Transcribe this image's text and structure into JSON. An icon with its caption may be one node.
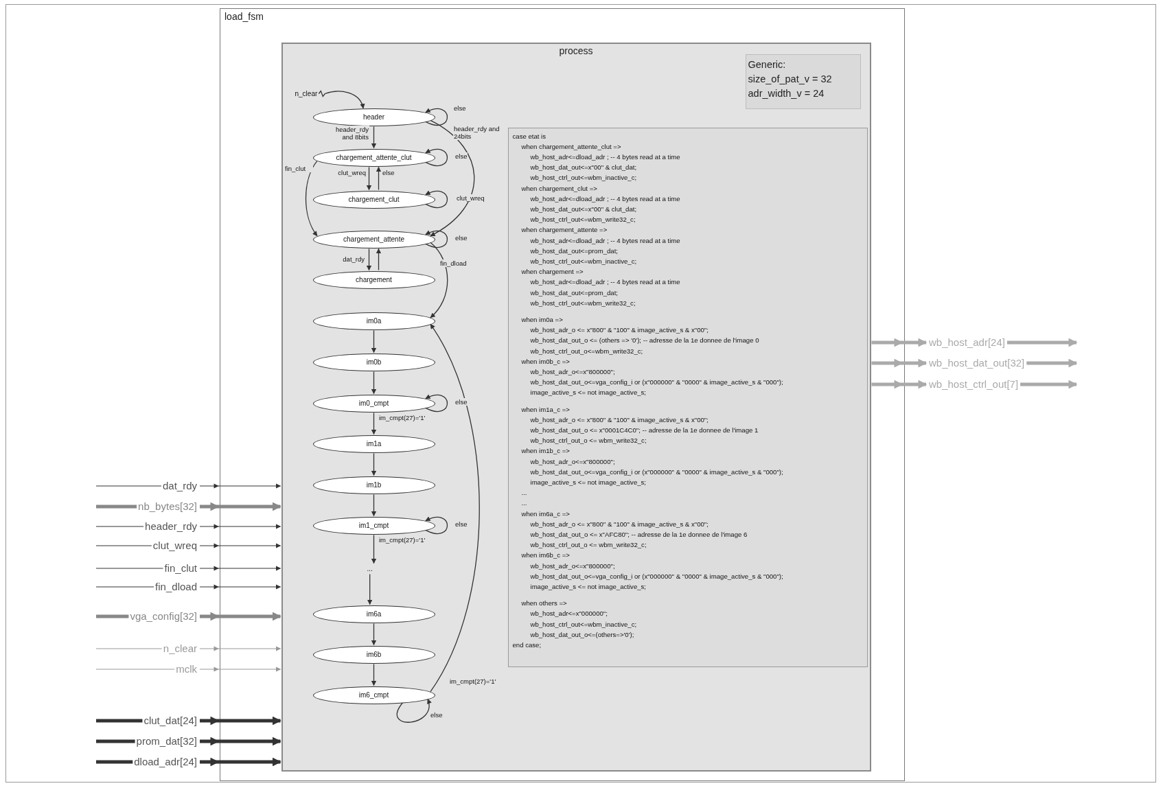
{
  "diagram": {
    "nodes": [
      {
        "text": [
          "load_fsm"
        ]
      },
      {
        "text": [
          "process"
        ],
        "in": 0
      },
      {
        "text": [
          "Generic:",
          "size_of_pat_v = 32",
          "adr_width_v = 24"
        ],
        "in": 1
      },
      {
        "text": [
          "case etat is",
          "when chargement_attente_clut =>",
          "wb_host_adr<=dload_adr ; -- 4 bytes read at a time",
          "wb_host_dat_out<=x\"00\" & clut_dat;",
          "wb_host_ctrl_out<=wbm_inactive_c;",
          "when chargement_clut =>",
          "wb_host_adr<=dload_adr ; -- 4 bytes read at a time",
          "wb_host_dat_out<=x\"00\" & clut_dat;",
          "wb_host_ctrl_out<=wbm_write32_c;",
          "when chargement_attente =>",
          "wb_host_adr<=dload_adr ; -- 4 bytes read at a time",
          "wb_host_dat_out<=prom_dat;",
          "wb_host_ctrl_out<=wbm_inactive_c;",
          "when chargement =>",
          "wb_host_adr<=dload_adr ; -- 4 bytes read at a time",
          "wb_host_dat_out<=prom_dat;",
          "wb_host_ctrl_out<=wbm_write32_c;",
          "when im0a =>",
          "wb_host_adr_o <= x\"800\" & \"100\" & image_active_s & x\"00\";",
          "wb_host_dat_out_o <= (others => '0'); -- adresse de la 1e donnee de l'image 0",
          "wb_host_ctrl_out_o<=wbm_write32_c;",
          "when im0b_c =>",
          "wb_host_adr_o<=x\"800000\";",
          "wb_host_dat_out_o<=vga_config_i or (x\"000000\" & \"0000\" & image_active_s & \"000\");",
          "image_active_s <= not image_active_s;",
          "when im1a_c =>",
          "wb_host_adr_o <= x\"800\" & \"100\" & image_active_s & x\"00\";",
          "wb_host_dat_out_o <= x\"0001C4C0\"; -- adresse de la 1e donnee de l'image 1",
          "wb_host_ctrl_out_o <= wbm_write32_c;",
          "when im1b_c =>",
          "wb_host_adr_o<=x\"800000\";",
          "wb_host_dat_out_o<=vga_config_i or (x\"000000\" & \"0000\" & image_active_s & \"000\");",
          "image_active_s <= not image_active_s;",
          "...",
          "...",
          "when im6a_c =>",
          "wb_host_adr_o <= x\"800\" & \"100\" & image_active_s & x\"00\";",
          "wb_host_dat_out_o <= x\"AFC80\"; -- adresse de la 1e donnee de l'image 6",
          "wb_host_ctrl_out_o <= wbm_write32_c;",
          "when im6b_c =>",
          "wb_host_adr_o<=x\"800000\";",
          "wb_host_dat_out_o<=vga_config_i or (x\"000000\" & \"0000\" & image_active_s & \"000\");",
          "image_active_s <= not image_active_s;",
          "when others =>",
          "wb_host_adr<=x\"000000\";",
          "wb_host_ctrl_out<=wbm_inactive_c;",
          "wb_host_dat_out_o<=(others=>'0');",
          "end case;"
        ],
        "in": 1
      },
      {
        "text": [
          "header"
        ],
        "in": 1
      },
      {
        "text": [
          "chargement_attente_clut"
        ],
        "in": 1
      },
      {
        "text": [
          "chargement_clut"
        ],
        "in": 1
      },
      {
        "text": [
          "chargement_attente"
        ],
        "in": 1
      },
      {
        "text": [
          "chargement"
        ],
        "in": 1
      },
      {
        "text": [
          "im0a"
        ],
        "in": 1
      },
      {
        "text": [
          "im0b"
        ],
        "in": 1
      },
      {
        "text": [
          "im0_cmpt"
        ],
        "in": 1
      },
      {
        "text": [
          "im1a"
        ],
        "in": 1
      },
      {
        "text": [
          "im1b"
        ],
        "in": 1
      },
      {
        "text": [
          "im1_cmpt"
        ],
        "in": 1
      },
      {
        "text": [
          "..."
        ],
        "in": 1
      },
      {
        "text": [
          "im6a"
        ],
        "in": 1
      },
      {
        "text": [
          "im6b"
        ],
        "in": 1
      },
      {
        "text": [
          "im6_cmpt"
        ],
        "in": 1
      },
      {
        "text": [
          "n_clear"
        ],
        "in": 1
      },
      {
        "text": [
          "dat_rdy"
        ]
      },
      {
        "text": [
          "nb_bytes[32]"
        ]
      },
      {
        "text": [
          "header_rdy"
        ]
      },
      {
        "text": [
          "clut_wreq"
        ]
      },
      {
        "text": [
          "fin_clut"
        ]
      },
      {
        "text": [
          "fin_dload"
        ]
      },
      {
        "text": [
          "vga_config[32]"
        ]
      },
      {
        "text": [
          "n_clear"
        ]
      },
      {
        "text": [
          "mclk"
        ]
      },
      {
        "text": [
          "clut_dat[24]"
        ]
      },
      {
        "text": [
          "prom_dat[32]"
        ]
      },
      {
        "text": [
          "dload_adr[24]"
        ]
      },
      {
        "text": [
          "wb_host_adr[24]"
        ]
      },
      {
        "text": [
          "wb_host_dat_out[32]"
        ]
      },
      {
        "text": [
          "wb_host_ctrl_out[7]"
        ]
      }
    ],
    "edges": [
      {
        "from": 19,
        "to": 4,
        "arrow": "to"
      },
      {
        "from": 4,
        "to": 4,
        "arrow": "to",
        "label": "else"
      },
      {
        "from": 4,
        "to": 5,
        "arrow": "to",
        "label": "header_rdy and 8bits"
      },
      {
        "from": 4,
        "to": 7,
        "arrow": "to",
        "label": "header_rdy and 24bits"
      },
      {
        "from": 5,
        "to": 5,
        "arrow": "to",
        "label": "else"
      },
      {
        "from": 5,
        "to": 6,
        "arrow": "to",
        "label": "clut_wreq"
      },
      {
        "from": 6,
        "to": 5,
        "arrow": "to",
        "label": "else"
      },
      {
        "from": 6,
        "to": 6,
        "arrow": "to",
        "label": "clut_wreq"
      },
      {
        "from": 5,
        "to": 7,
        "arrow": "to",
        "label": "fin_clut"
      },
      {
        "from": 7,
        "to": 7,
        "arrow": "to",
        "label": "else"
      },
      {
        "from": 7,
        "to": 8,
        "arrow": "to",
        "label": "dat_rdy"
      },
      {
        "from": 8,
        "to": 7,
        "arrow": "to"
      },
      {
        "from": 7,
        "to": 9,
        "arrow": "to",
        "label": "fin_dload"
      },
      {
        "from": 9,
        "to": 10,
        "arrow": "to"
      },
      {
        "from": 10,
        "to": 11,
        "arrow": "to"
      },
      {
        "from": 11,
        "to": 11,
        "arrow": "to",
        "label": "else"
      },
      {
        "from": 11,
        "to": 12,
        "arrow": "to",
        "label": "im_cmpt(27)='1'"
      },
      {
        "from": 12,
        "to": 13,
        "arrow": "to"
      },
      {
        "from": 13,
        "to": 14,
        "arrow": "to"
      },
      {
        "from": 14,
        "to": 14,
        "arrow": "to",
        "label": "else"
      },
      {
        "from": 14,
        "to": 15,
        "arrow": "to",
        "label": "im_cmpt(27)='1'"
      },
      {
        "from": 15,
        "to": 16,
        "arrow": "to"
      },
      {
        "from": 16,
        "to": 17,
        "arrow": "to"
      },
      {
        "from": 17,
        "to": 18,
        "arrow": "to"
      },
      {
        "from": 18,
        "to": 18,
        "arrow": "to",
        "label": "else"
      },
      {
        "from": 18,
        "to": 9,
        "arrow": "to",
        "label": "im_cmpt(27)='1'"
      },
      {
        "from": 20,
        "to": 1,
        "arrow": "to"
      },
      {
        "from": 21,
        "to": 1,
        "arrow": "to",
        "style": "thick",
        "color": "#888888"
      },
      {
        "from": 22,
        "to": 1,
        "arrow": "to"
      },
      {
        "from": 23,
        "to": 1,
        "arrow": "to"
      },
      {
        "from": 24,
        "to": 1,
        "arrow": "to"
      },
      {
        "from": 25,
        "to": 1,
        "arrow": "to"
      },
      {
        "from": 26,
        "to": 1,
        "arrow": "to",
        "style": "thick",
        "color": "#888888"
      },
      {
        "from": 27,
        "to": 1,
        "arrow": "to",
        "color": "#999999"
      },
      {
        "from": 28,
        "to": 1,
        "arrow": "to",
        "color": "#999999"
      },
      {
        "from": 29,
        "to": 1,
        "arrow": "to",
        "style": "thick"
      },
      {
        "from": 30,
        "to": 1,
        "arrow": "to",
        "style": "thick"
      },
      {
        "from": 31,
        "to": 1,
        "arrow": "to",
        "style": "thick"
      },
      {
        "from": 1,
        "to": 32,
        "arrow": "to",
        "style": "thick",
        "color": "#aaaaaa"
      },
      {
        "from": 1,
        "to": 33,
        "arrow": "to",
        "style": "thick",
        "color": "#aaaaaa"
      },
      {
        "from": 1,
        "to": 34,
        "arrow": "to",
        "style": "thick",
        "color": "#aaaaaa"
      },
      {
        "from": 32,
        "to": null,
        "arrow": "to",
        "style": "thick",
        "color": "#aaaaaa"
      },
      {
        "from": 33,
        "to": null,
        "arrow": "to",
        "style": "thick",
        "color": "#aaaaaa"
      },
      {
        "from": 34,
        "to": null,
        "arrow": "to",
        "style": "thick",
        "color": "#aaaaaa"
      }
    ]
  }
}
